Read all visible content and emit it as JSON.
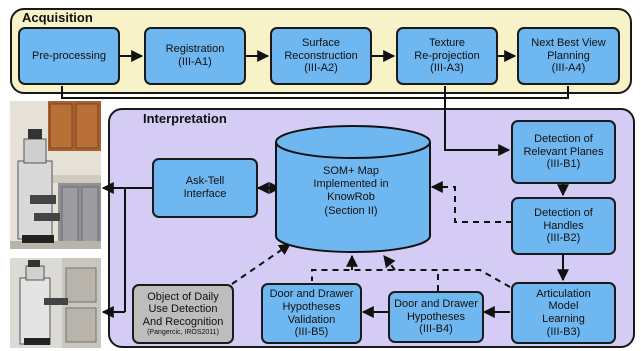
{
  "acquisition": {
    "title": "Acquisition",
    "boxes": {
      "preprocessing": "Pre-processing",
      "registration": "Registration\n(III-A1)",
      "surface": "Surface\nReconstruction\n(III-A2)",
      "texture": "Texture\nRe-projection\n(III-A3)",
      "nbv": "Next Best View\nPlanning\n(III-A4)"
    }
  },
  "interpretation": {
    "title": "Interpretation",
    "database": "SOM+ Map\nImplemented in\nKnowRob\n(Section II)",
    "boxes": {
      "ask_tell": "Ask-Tell\nInterface",
      "planes": "Detection of\nRelevant Planes\n(III-B1)",
      "handles": "Detection of\nHandles\n(III-B2)",
      "articulation": "Articulation\nModel\nLearning\n(III-B3)",
      "hypotheses": "Door and Drawer\nHypotheses\n(III-B4)",
      "validation": "Door and Drawer\nHypotheses\nValidation\n(III-B5)",
      "object_detection": "Object of Daily\nUse Detection\nAnd Recognition",
      "object_detection_ref": "(Pangercic, IROS2011)"
    }
  },
  "colors": {
    "acquisition_bg": "#f8f2c8",
    "interpretation_bg": "#d4ccf4",
    "box_fill": "#6fb7f0",
    "gray_box": "#bdbdbd"
  }
}
